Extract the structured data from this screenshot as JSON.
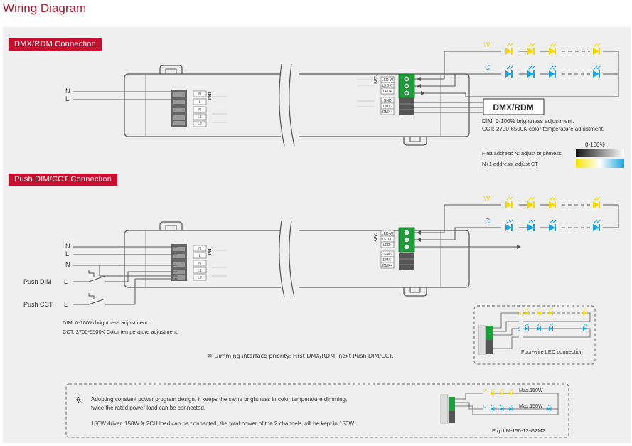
{
  "page_title": "Wiring Diagram",
  "sections": {
    "dmx": {
      "label": "DMX/RDM Connection",
      "badge": "DMX/RDM",
      "dim_note": "DIM: 0-100% brightness adjustment.",
      "cct_note": "CCT: 2700-6500K color temperature adjustment.",
      "legend_range": "0-100%",
      "first_address": "First address N: adjust brightness",
      "second_address": "N+1 address: adjust CT",
      "input_labels": [
        "N",
        "L"
      ]
    },
    "push": {
      "label": "Push DIM/CCT Connection",
      "input_labels": [
        "N",
        "L",
        "N"
      ],
      "push_dim": "Push DIM",
      "push_cct": "Push CCT",
      "push_l": "L",
      "dim_note": "DIM: 0-100% brightness adjustment.",
      "cct_note": "CCT: 2700-6500K Color temperature adjustment."
    }
  },
  "driver": {
    "pri": "PRI",
    "sec": "SEC",
    "pri_terminals": [
      "N",
      "L",
      "N",
      "L1",
      "L2"
    ],
    "sec_terminals": [
      "LED-W",
      "LED-C",
      "LED+",
      "GND",
      "DMX-",
      "DMX+"
    ]
  },
  "led": {
    "warm_label": "W",
    "cool_label": "C",
    "warm_color": "#f5d800",
    "cool_color": "#1aa6e0"
  },
  "priority_note": "※ Dimming interface priority: First DMX/RDM, next Push DIM/CCT.",
  "four_wire": {
    "label": "Four-wire LED connection",
    "w": "W",
    "c": "C"
  },
  "power_box": {
    "star": "※",
    "line1": "Adopting constant power program design, it keeps the same brightness in color temperature dimming,",
    "line2": "twice the rated power load can be connected.",
    "line3": "150W driver, 150W X 2CH load can be connected, the total power of the 2 channels will be kept in 150W.",
    "max1": "Max.150W",
    "max2": "Max.150W",
    "example": "E.g.:LM-150-12-G2M2",
    "w": "W",
    "c": "C"
  },
  "colors": {
    "brand_red": "#c8102e",
    "title_red": "#b1182c",
    "terminal_green": "#1e9e3a",
    "panel_gray": "#efefef",
    "line_gray": "#555555"
  }
}
